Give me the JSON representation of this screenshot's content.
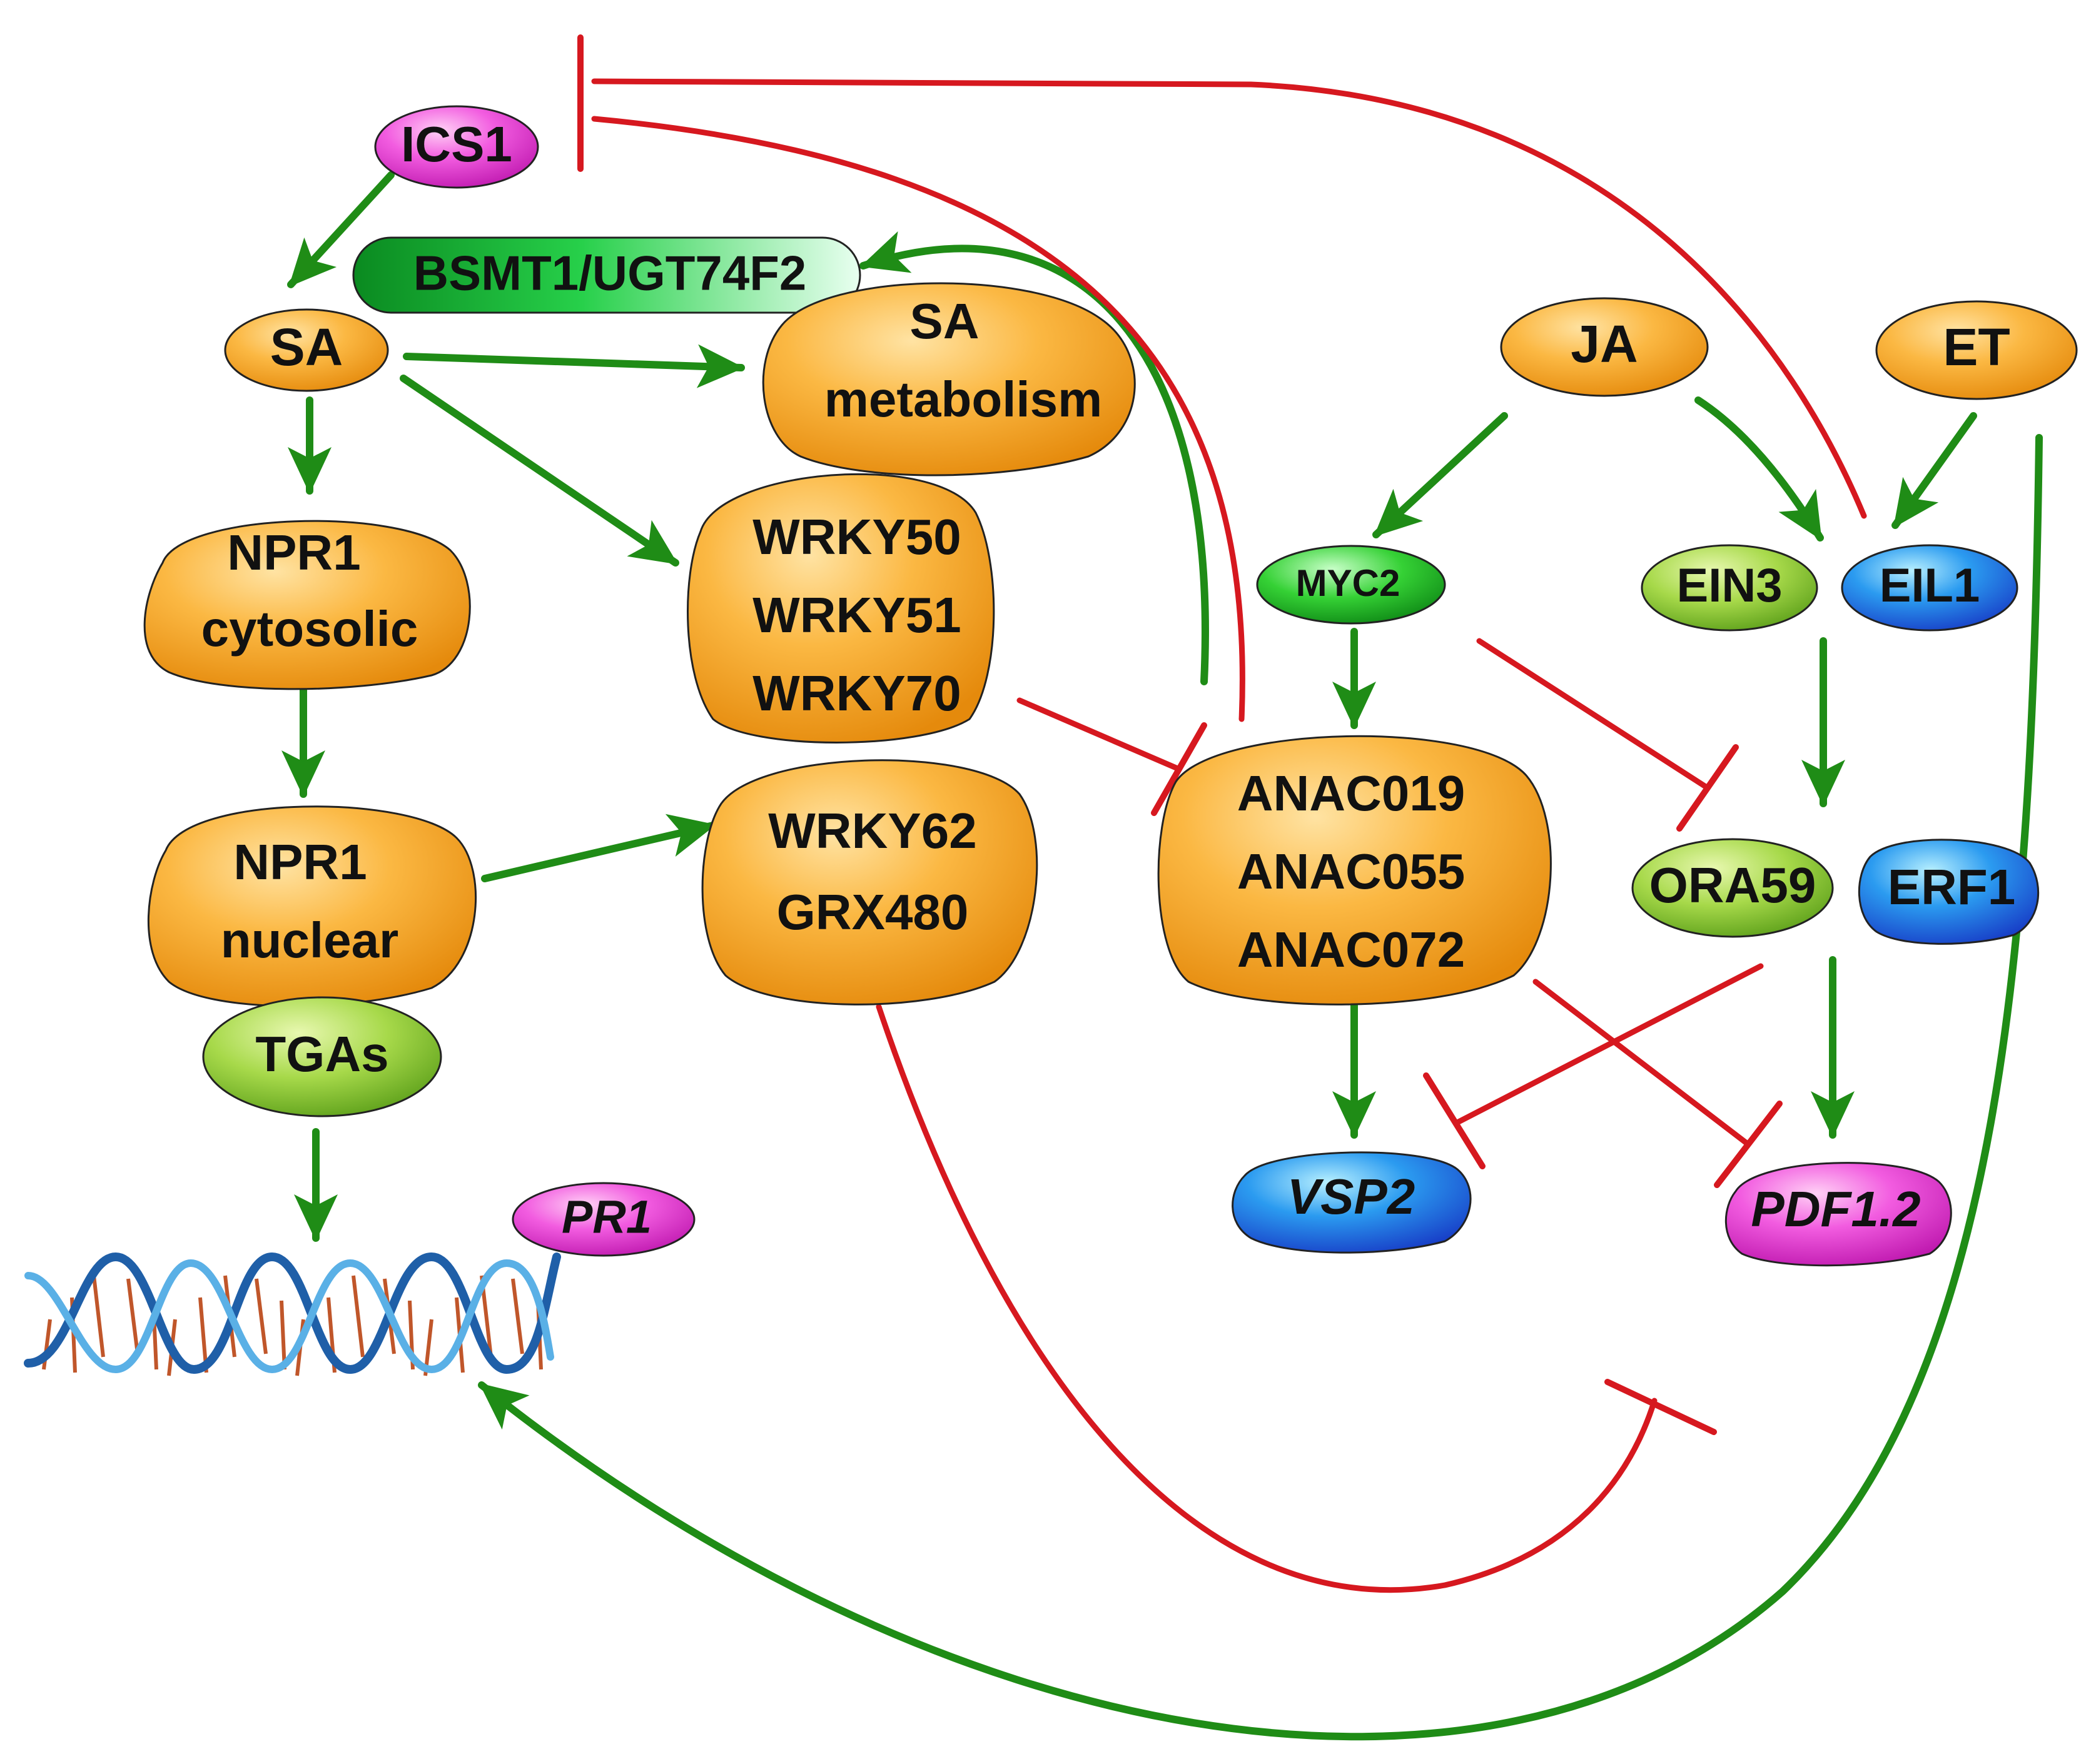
{
  "nodes": {
    "ics1": "ICS1",
    "bsmt1": "BSMT1/UGT74F2",
    "sa": "SA",
    "sa_metabolism": [
      "SA",
      "metabolism"
    ],
    "ja": "JA",
    "et": "ET",
    "npr1_cytosolic": [
      "NPR1",
      "cytosolic"
    ],
    "npr1_nuclear": [
      "NPR1",
      "nuclear"
    ],
    "wrky_group": [
      "WRKY50",
      "WRKY51",
      "WRKY70"
    ],
    "wrky62_group": [
      "WRKY62",
      "GRX480"
    ],
    "myc2": "MYC2",
    "ein3": "EIN3",
    "eil1": "EIL1",
    "anac_group": [
      "ANAC019",
      "ANAC055",
      "ANAC072"
    ],
    "ora59": "ORA59",
    "erf1": "ERF1",
    "tgas": "TGAs",
    "vsp2": "VSP2",
    "pdf12": "PDF1.2",
    "pr1": "PR1"
  },
  "colors": {
    "activation": "#1f8c16",
    "inhibition": "#d6181f",
    "orange": "#f5a623",
    "green": "#7cc832",
    "blue": "#1e6fd9",
    "magenta": "#e63ad6",
    "ja_et_outline": "#7a2a8c",
    "dna_strand": "#1f5fa8",
    "dna_rungs": "#c0562a"
  },
  "edges": {
    "activation": [
      "ICS1 → SA",
      "SA → SA metabolism",
      "SA → NPR1 cytosolic",
      "SA → WRKY50/51/70",
      "NPR1 cytosolic → NPR1 nuclear",
      "NPR1 nuclear → WRKY62/GRX480",
      "TGAs → PR1",
      "JA → MYC2",
      "JA → EIL1",
      "ET → EIL1",
      "MYC2 → ANAC019/055/072",
      "EIN3/EIL1 → ORA59",
      "ANAC019/055/072 → VSP2",
      "ORA59 → PDF1.2",
      "ANAC019/055/072 → BSMT1/UGT74F2",
      "ET → PR1"
    ],
    "inhibition": [
      "EIL1 ⊣ ICS1",
      "ANAC019/055/072 ⊣ ICS1",
      "WRKY50/51/70 ⊣ ANAC019/055/072",
      "MYC2 ⊣ ORA59",
      "ORA59 ⊣ VSP2",
      "ANAC019/055/072 ⊣ PDF1.2",
      "WRKY62/GRX480 ⊣ ET→PR1"
    ]
  }
}
